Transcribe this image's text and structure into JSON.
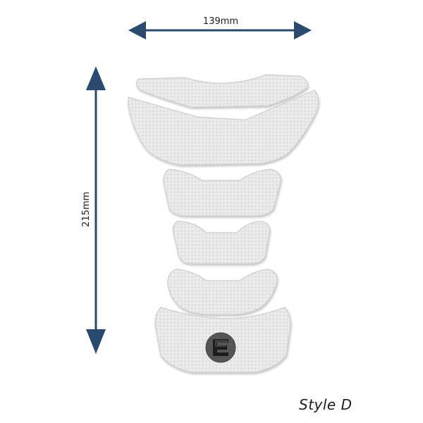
{
  "dimensions": {
    "width_label": "139mm",
    "height_label": "215mm"
  },
  "product": {
    "style_label": "Style D",
    "logo_icon": "e-logo-icon"
  },
  "colors": {
    "arrow": "#2b4a6f",
    "pad_fill": "#e9e9e9",
    "pad_stroke": "#cfcfcf",
    "pad_pattern": "#d7d7d7",
    "text": "#222222",
    "logo_badge": "#555555",
    "logo_letter": "#1c1c1c"
  }
}
